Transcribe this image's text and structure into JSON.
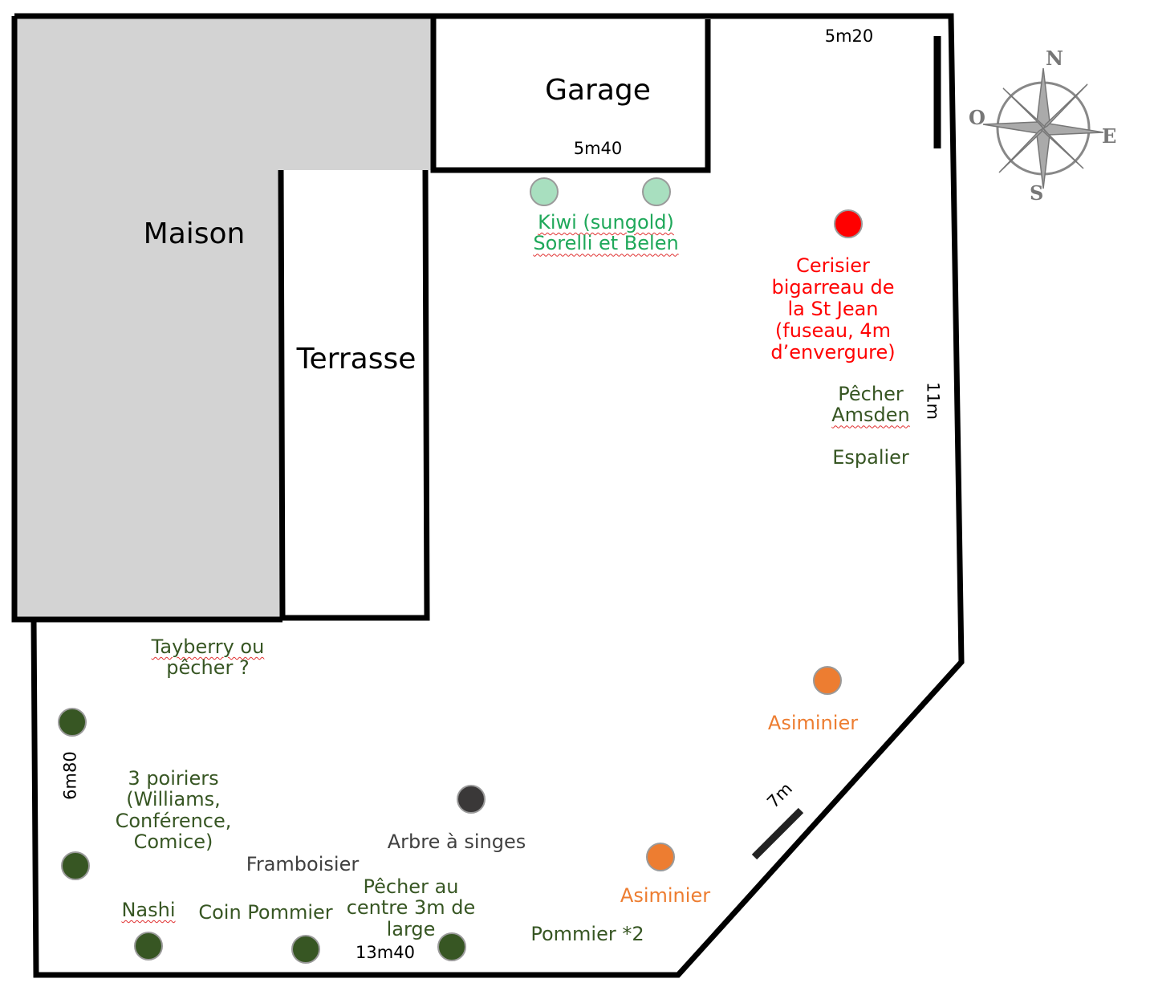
{
  "rooms": {
    "maison": "Maison",
    "garage": "Garage",
    "terrasse": "Terrasse"
  },
  "dimensions": {
    "top_right": "5m20",
    "garage": "5m40",
    "right": "11m",
    "left": "6m80",
    "diagonal": "7m",
    "bottom": "13m40"
  },
  "compass": {
    "north": "N",
    "south": "S",
    "east": "E",
    "west": "O"
  },
  "plants": {
    "kiwi_line1": "Kiwi (sungold)",
    "kiwi_line2": "Sorelli et Belen",
    "cerisier": [
      "Cerisier",
      "bigarreau de",
      "la St Jean",
      "(fuseau, 4m",
      "d’envergure)"
    ],
    "pecher_amsden": [
      "Pêcher",
      "Amsden"
    ],
    "espalier": "Espalier",
    "tayberry": [
      "Tayberry ou",
      "pêcher ?"
    ],
    "poiriers": [
      "3 poiriers",
      "(Williams,",
      "Conférence,",
      "Comice)"
    ],
    "asiminier_1": "Asiminier",
    "asiminier_2": "Asiminier",
    "arbre_singes": "Arbre à singes",
    "framboisier": "Framboisier",
    "pecher_centre": [
      "Pêcher au",
      "centre 3m de",
      "large"
    ],
    "nashi": "Nashi",
    "coin_pommier": "Coin Pommier",
    "pommier_2": "Pommier *2"
  },
  "colors": {
    "dark_green": "#375623",
    "kiwi_green": "#1fa85a",
    "kiwi_dot": "#a8dfbf",
    "red": "#ff0000",
    "orange": "#ed7d31",
    "dark_gray": "#3a3838",
    "text_gray": "#404040",
    "house_gray": "#d3d3d3"
  }
}
